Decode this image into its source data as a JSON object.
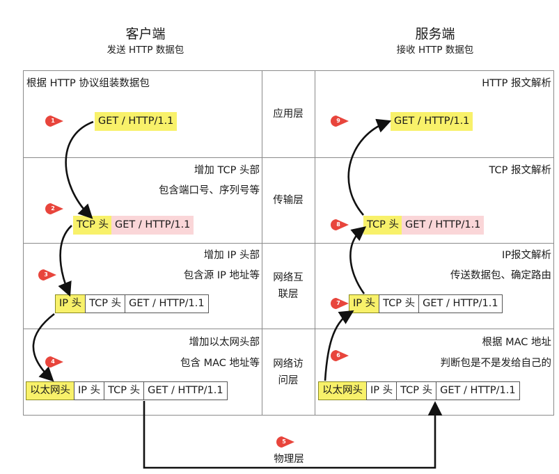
{
  "client": {
    "title": "客户端",
    "subtitle": "发送 HTTP 数据包"
  },
  "server": {
    "title": "服务端",
    "subtitle": "接收 HTTP 数据包"
  },
  "layers": {
    "application": "应用层",
    "transport": "传输层",
    "network_line1": "网络互",
    "network_line2": "联层",
    "link_line1": "网络访",
    "link_line2": "问层",
    "physical": "物理层"
  },
  "client_notes": {
    "app": "根据 HTTP 协议组装数据包",
    "tcp1": "增加 TCP 头部",
    "tcp2": "包含端口号、序列号等",
    "ip1": "增加 IP 头部",
    "ip2": "包含源 IP 地址等",
    "mac1": "增加以太网头部",
    "mac2": "包含 MAC 地址等"
  },
  "server_notes": {
    "app": "HTTP 报文解析",
    "tcp": "TCP 报文解析",
    "ip1": "IP报文解析",
    "ip2": "传送数据包、确定路由",
    "mac1": "根据 MAC 地址",
    "mac2": "判断包是不是发给自己的"
  },
  "packets": {
    "get": "GET / HTTP/1.1",
    "tcp_header": "TCP 头",
    "ip_header": "IP 头",
    "eth_header": "以太网头"
  },
  "steps": [
    "1",
    "2",
    "3",
    "4",
    "5",
    "6",
    "7",
    "8",
    "9"
  ],
  "colors": {
    "highlight": "#f8f16a",
    "pink": "#fad6d8",
    "badge": "#e8453c"
  }
}
